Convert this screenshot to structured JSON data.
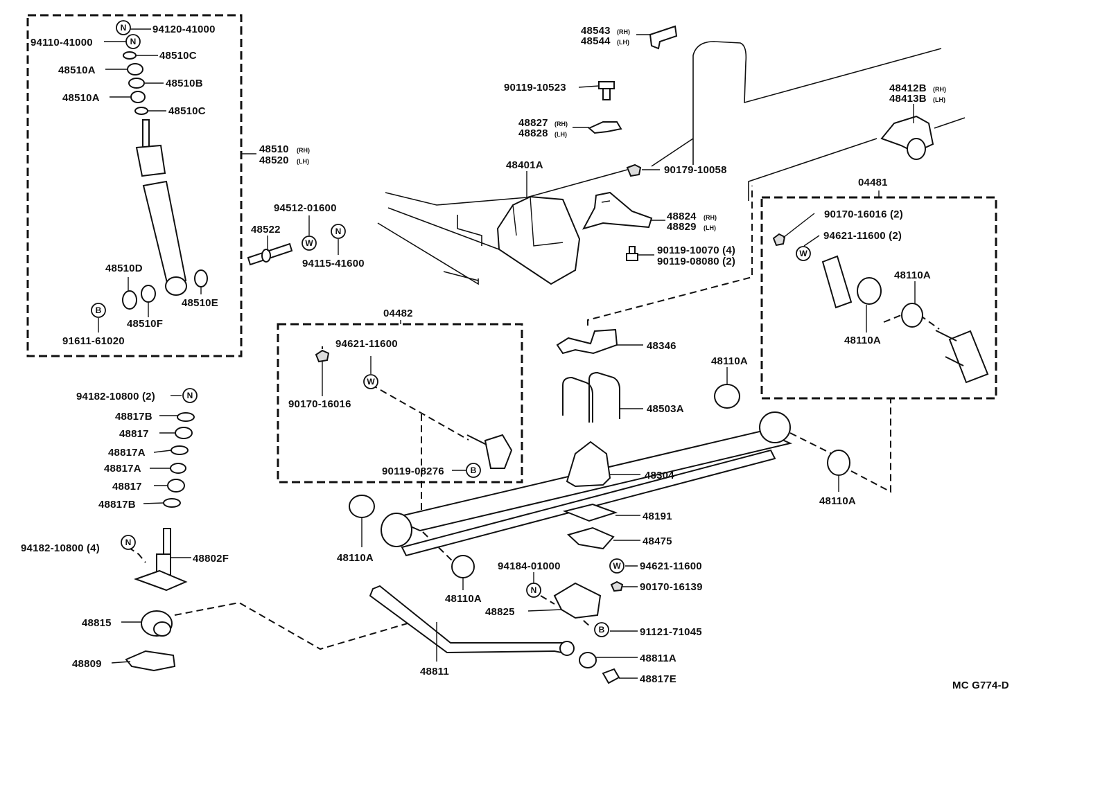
{
  "labels": {
    "p94120_41000": "94120-41000",
    "p94110_41000": "94110-41000",
    "p48510C_a": "48510C",
    "p48510A_a": "48510A",
    "p48510B": "48510B",
    "p48510A_b": "48510A",
    "p48510C_b": "48510C",
    "p48510": "48510",
    "p48520": "48520",
    "p48510D": "48510D",
    "p48510E": "48510E",
    "p48510F": "48510F",
    "p91611_61020": "91611-61020",
    "p94512_01600": "94512-01600",
    "p48522": "48522",
    "p94115_41600": "94115-41600",
    "p48543": "48543",
    "p48544": "48544",
    "p90119_10523": "90119-10523",
    "p48827": "48827",
    "p48828": "48828",
    "p48401A": "48401A",
    "p90179_10058": "90179-10058",
    "p48824": "48824",
    "p48829": "48829",
    "p90119_10070": "90119-10070 (4)",
    "p90119_08080": "90119-08080 (2)",
    "p48412B": "48412B",
    "p48413B": "48413B",
    "p04481": "04481",
    "p90170_16016_2": "90170-16016 (2)",
    "p94621_11600_2": "94621-11600 (2)",
    "p48110A_r1": "48110A",
    "p48110A_r2": "48110A",
    "p04482": "04482",
    "p94621_11600_b": "94621-11600",
    "p90170_16016_b": "90170-16016",
    "p90119_08276": "90119-08276",
    "p48346": "48346",
    "p48110A_m": "48110A",
    "p48503A": "48503A",
    "p48304": "48304",
    "p48110A_rr": "48110A",
    "p48191": "48191",
    "p48475": "48475",
    "p94621_11600_c": "94621-11600",
    "p90170_16139": "90170-16139",
    "p94184_01000": "94184-01000",
    "p48825": "48825",
    "p91121_71045": "91121-71045",
    "p48110A_l": "48110A",
    "p48110A_c": "48110A",
    "p94182_10800_2": "94182-10800 (2)",
    "p48817B_a": "48817B",
    "p48817_a": "48817",
    "p48817A_a": "48817A",
    "p48817A_b": "48817A",
    "p48817_b": "48817",
    "p48817B_b": "48817B",
    "p94182_10800_4": "94182-10800 (4)",
    "p48802F": "48802F",
    "p48815": "48815",
    "p48809": "48809",
    "p48811": "48811",
    "p48811A": "48811A",
    "p48817E": "48817E",
    "code": "MC G774-D"
  },
  "suffix": {
    "rh": "(RH)",
    "lh": "(LH)"
  },
  "symbols": {
    "nut": "N",
    "washer": "W",
    "bolt": "B"
  }
}
